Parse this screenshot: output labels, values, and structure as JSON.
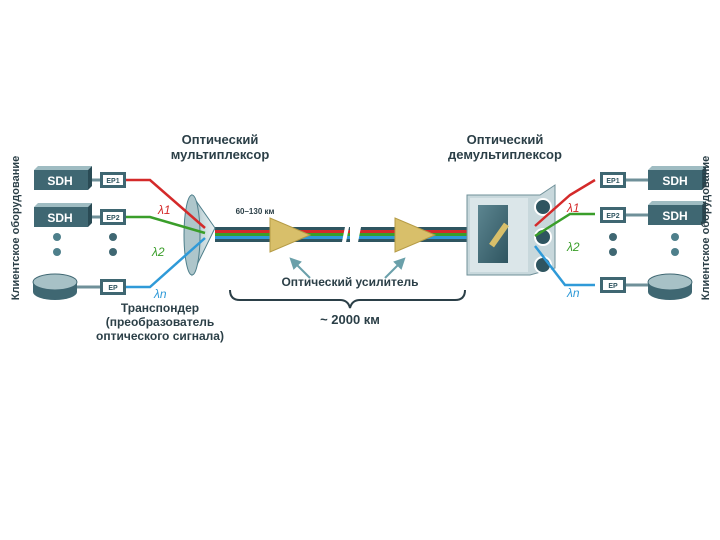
{
  "side_labels": {
    "left": "Клиентское оборудование",
    "right": "Клиентское оборудование"
  },
  "mux": {
    "title_line1": "Оптический",
    "title_line2": "мультиплексор"
  },
  "demux": {
    "title_line1": "Оптический",
    "title_line2": "демультиплексор"
  },
  "span_label": "60–130 км",
  "amplifier_label": "Оптический усилитель",
  "distance_label": "~ 2000 км",
  "transponder": {
    "line1": "Транспондер",
    "line2": "(преобразователь",
    "line3": "оптического сигнала)"
  },
  "client_devices": [
    "SDH",
    "SDH"
  ],
  "transponder_tags_left": [
    "EP1",
    "EP2",
    "EP"
  ],
  "transponder_tags_right": [
    "EP1",
    "EP2",
    "EP"
  ],
  "wavelengths": [
    "λ1",
    "λ2",
    "λn"
  ],
  "colors": {
    "teal_dark": "#2f5560",
    "teal_mid": "#4e7f8b",
    "teal_light": "#9fbcc2",
    "text": "#2b3f47",
    "red": "#d42a2a",
    "green": "#3a9e2a",
    "blue": "#2f9ad8",
    "amplifier": "#d8bf6a"
  }
}
